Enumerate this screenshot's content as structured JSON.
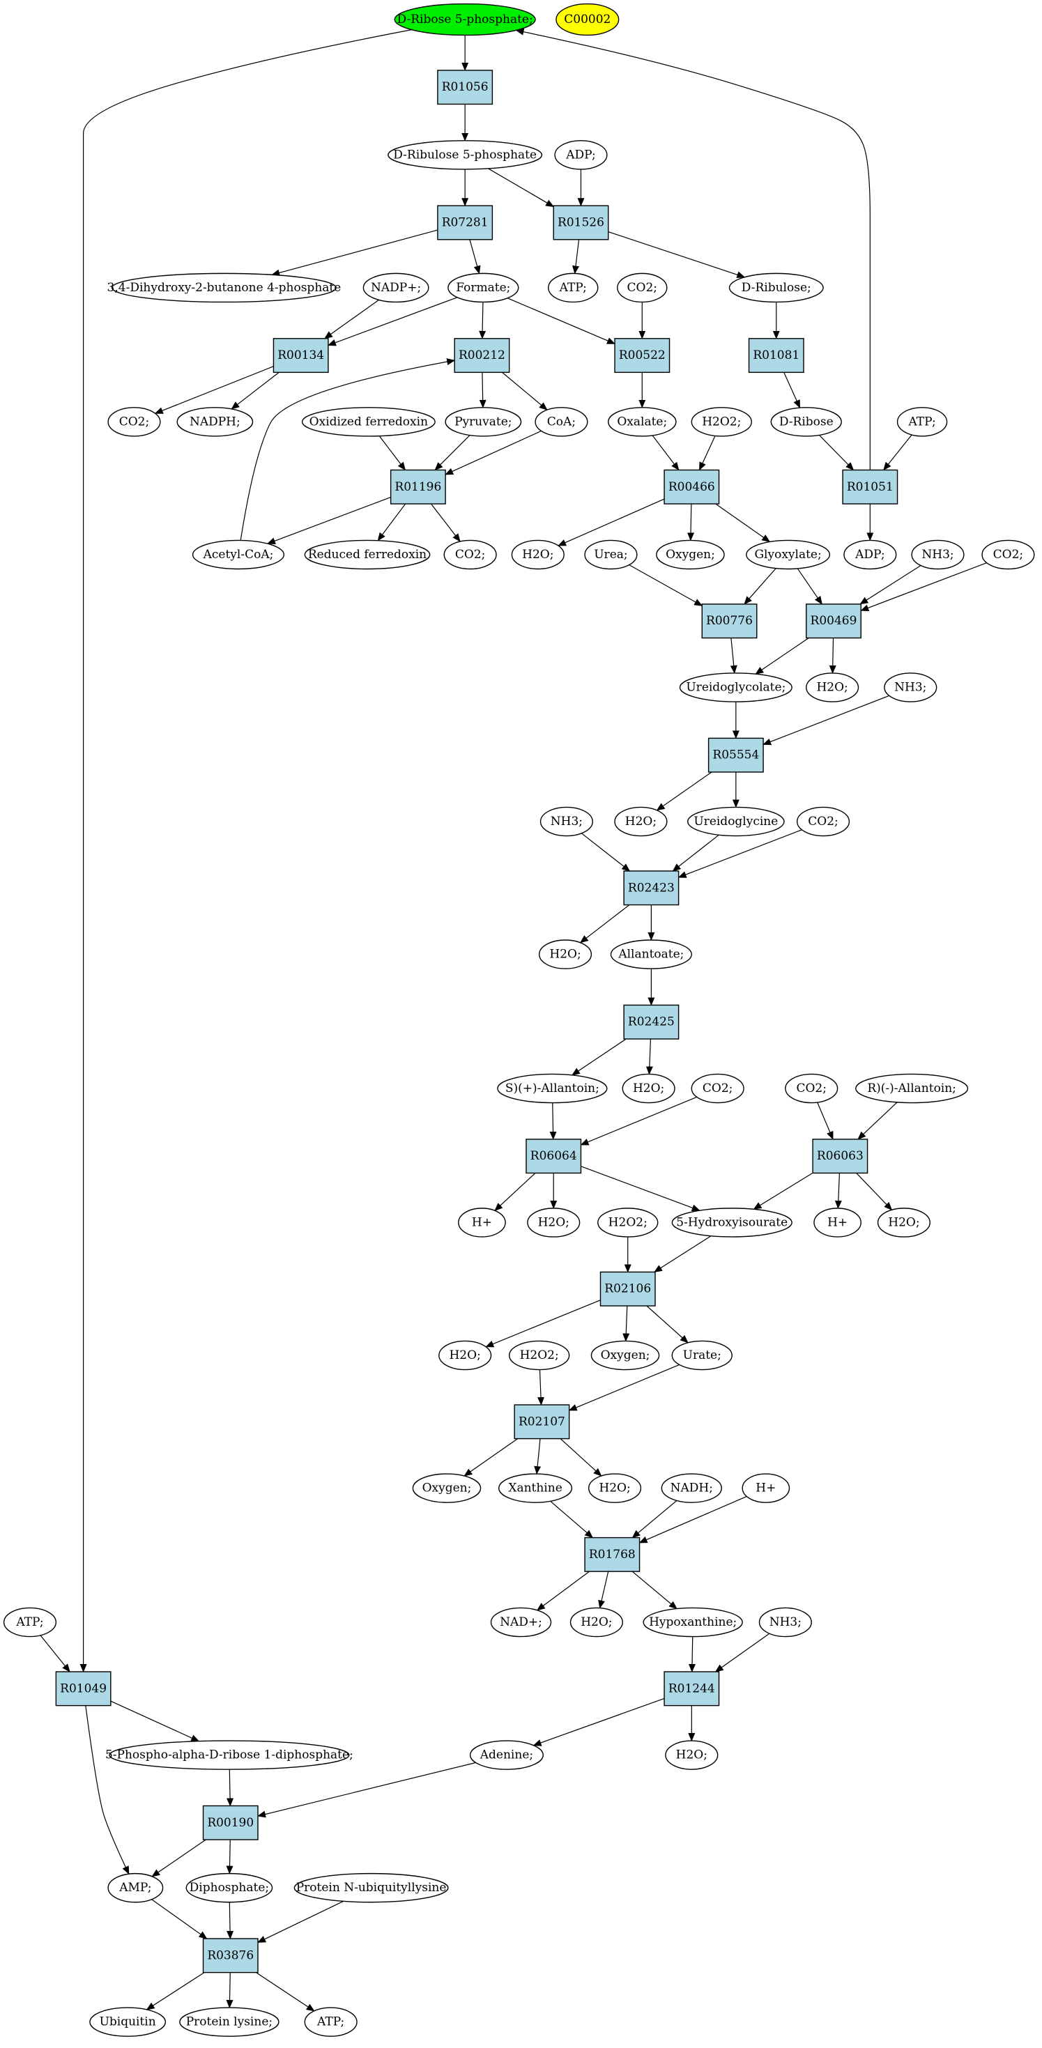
{
  "colors": {
    "reaction_fill": "#add8e6",
    "highlight_fill": "#00ee00",
    "map_fill": "#ffff00",
    "compound_fill": "#ffffff",
    "stroke": "#000000"
  },
  "nodes": [
    {
      "id": "c_ribose5p_top",
      "label": "D-Ribose 5-phosphate;",
      "kind": "compound",
      "fill": "highlight"
    },
    {
      "id": "c_C00002",
      "label": "C00002",
      "kind": "compound",
      "fill": "map"
    },
    {
      "id": "r_R01056",
      "label": "R01056",
      "kind": "reaction"
    },
    {
      "id": "c_ribulose5p",
      "label": "D-Ribulose 5-phosphate",
      "kind": "compound"
    },
    {
      "id": "c_adp1",
      "label": "ADP;",
      "kind": "compound"
    },
    {
      "id": "r_R07281",
      "label": "R07281",
      "kind": "reaction"
    },
    {
      "id": "r_R01526",
      "label": "R01526",
      "kind": "reaction"
    },
    {
      "id": "c_dihydroxy",
      "label": "3,4-Dihydroxy-2-butanone 4-phosphate",
      "kind": "compound"
    },
    {
      "id": "c_nadp",
      "label": "NADP+;",
      "kind": "compound"
    },
    {
      "id": "c_formate",
      "label": "Formate;",
      "kind": "compound"
    },
    {
      "id": "c_atp1",
      "label": "ATP;",
      "kind": "compound"
    },
    {
      "id": "c_co2_1",
      "label": "CO2;",
      "kind": "compound"
    },
    {
      "id": "c_ribulose",
      "label": "D-Ribulose;",
      "kind": "compound"
    },
    {
      "id": "r_R00134",
      "label": "R00134",
      "kind": "reaction"
    },
    {
      "id": "r_R00212",
      "label": "R00212",
      "kind": "reaction"
    },
    {
      "id": "r_R00522",
      "label": "R00522",
      "kind": "reaction"
    },
    {
      "id": "r_R01081",
      "label": "R01081",
      "kind": "reaction"
    },
    {
      "id": "c_co2_2",
      "label": "CO2;",
      "kind": "compound"
    },
    {
      "id": "c_nadph",
      "label": "NADPH;",
      "kind": "compound"
    },
    {
      "id": "c_oxfd",
      "label": "Oxidized ferredoxin",
      "kind": "compound"
    },
    {
      "id": "c_pyruvate",
      "label": "Pyruvate;",
      "kind": "compound"
    },
    {
      "id": "c_coa",
      "label": "CoA;",
      "kind": "compound"
    },
    {
      "id": "c_oxalate",
      "label": "Oxalate;",
      "kind": "compound"
    },
    {
      "id": "c_h2o2_1",
      "label": "H2O2;",
      "kind": "compound"
    },
    {
      "id": "c_dribose",
      "label": "D-Ribose",
      "kind": "compound"
    },
    {
      "id": "c_atp2",
      "label": "ATP;",
      "kind": "compound"
    },
    {
      "id": "r_R01196",
      "label": "R01196",
      "kind": "reaction"
    },
    {
      "id": "r_R00466",
      "label": "R00466",
      "kind": "reaction"
    },
    {
      "id": "r_R01051",
      "label": "R01051",
      "kind": "reaction"
    },
    {
      "id": "c_acetylcoa",
      "label": "Acetyl-CoA;",
      "kind": "compound"
    },
    {
      "id": "c_redfd",
      "label": "Reduced ferredoxin",
      "kind": "compound"
    },
    {
      "id": "c_co2_3",
      "label": "CO2;",
      "kind": "compound"
    },
    {
      "id": "c_h2o_1",
      "label": "H2O;",
      "kind": "compound"
    },
    {
      "id": "c_urea",
      "label": "Urea;",
      "kind": "compound"
    },
    {
      "id": "c_oxygen1",
      "label": "Oxygen;",
      "kind": "compound"
    },
    {
      "id": "c_glyoxylate",
      "label": "Glyoxylate;",
      "kind": "compound"
    },
    {
      "id": "c_adp2",
      "label": "ADP;",
      "kind": "compound"
    },
    {
      "id": "c_nh3_1",
      "label": "NH3;",
      "kind": "compound"
    },
    {
      "id": "c_co2_4",
      "label": "CO2;",
      "kind": "compound"
    },
    {
      "id": "r_R00776",
      "label": "R00776",
      "kind": "reaction"
    },
    {
      "id": "r_R00469",
      "label": "R00469",
      "kind": "reaction"
    },
    {
      "id": "c_ureidoglycolate",
      "label": "Ureidoglycolate;",
      "kind": "compound"
    },
    {
      "id": "c_h2o_2",
      "label": "H2O;",
      "kind": "compound"
    },
    {
      "id": "c_nh3_2",
      "label": "NH3;",
      "kind": "compound"
    },
    {
      "id": "r_R05554",
      "label": "R05554",
      "kind": "reaction"
    },
    {
      "id": "c_nh3_3",
      "label": "NH3;",
      "kind": "compound"
    },
    {
      "id": "c_h2o_3",
      "label": "H2O;",
      "kind": "compound"
    },
    {
      "id": "c_ureidoglycine",
      "label": "Ureidoglycine",
      "kind": "compound"
    },
    {
      "id": "c_co2_5",
      "label": "CO2;",
      "kind": "compound"
    },
    {
      "id": "r_R02423",
      "label": "R02423",
      "kind": "reaction"
    },
    {
      "id": "c_h2o_4",
      "label": "H2O;",
      "kind": "compound"
    },
    {
      "id": "c_allantoate",
      "label": "Allantoate;",
      "kind": "compound"
    },
    {
      "id": "r_R02425",
      "label": "R02425",
      "kind": "reaction"
    },
    {
      "id": "c_sallantoin",
      "label": "S)(+)-Allantoin;",
      "kind": "compound"
    },
    {
      "id": "c_h2o_5",
      "label": "H2O;",
      "kind": "compound"
    },
    {
      "id": "c_co2_6",
      "label": "CO2;",
      "kind": "compound"
    },
    {
      "id": "c_co2_7",
      "label": "CO2;",
      "kind": "compound"
    },
    {
      "id": "c_rallantoin",
      "label": "R)(-)-Allantoin;",
      "kind": "compound"
    },
    {
      "id": "r_R06064",
      "label": "R06064",
      "kind": "reaction"
    },
    {
      "id": "r_R06063",
      "label": "R06063",
      "kind": "reaction"
    },
    {
      "id": "c_hplus1",
      "label": "H+",
      "kind": "compound"
    },
    {
      "id": "c_h2o_6",
      "label": "H2O;",
      "kind": "compound"
    },
    {
      "id": "c_h2o2_2",
      "label": "H2O2;",
      "kind": "compound"
    },
    {
      "id": "c_hydroxyisourate",
      "label": "5-Hydroxyisourate",
      "kind": "compound"
    },
    {
      "id": "c_hplus2",
      "label": "H+",
      "kind": "compound"
    },
    {
      "id": "c_h2o_7",
      "label": "H2O;",
      "kind": "compound"
    },
    {
      "id": "r_R02106",
      "label": "R02106",
      "kind": "reaction"
    },
    {
      "id": "c_h2o_8",
      "label": "H2O;",
      "kind": "compound"
    },
    {
      "id": "c_h2o2_3",
      "label": "H2O2;",
      "kind": "compound"
    },
    {
      "id": "c_oxygen2",
      "label": "Oxygen;",
      "kind": "compound"
    },
    {
      "id": "c_urate",
      "label": "Urate;",
      "kind": "compound"
    },
    {
      "id": "r_R02107",
      "label": "R02107",
      "kind": "reaction"
    },
    {
      "id": "c_oxygen3",
      "label": "Oxygen;",
      "kind": "compound"
    },
    {
      "id": "c_xanthine",
      "label": "Xanthine",
      "kind": "compound"
    },
    {
      "id": "c_h2o_9",
      "label": "H2O;",
      "kind": "compound"
    },
    {
      "id": "c_nadh",
      "label": "NADH;",
      "kind": "compound"
    },
    {
      "id": "c_hplus3",
      "label": "H+",
      "kind": "compound"
    },
    {
      "id": "r_R01768",
      "label": "R01768",
      "kind": "reaction"
    },
    {
      "id": "c_nad",
      "label": "NAD+;",
      "kind": "compound"
    },
    {
      "id": "c_h2o_10",
      "label": "H2O;",
      "kind": "compound"
    },
    {
      "id": "c_hypoxanthine",
      "label": "Hypoxanthine;",
      "kind": "compound"
    },
    {
      "id": "c_nh3_4",
      "label": "NH3;",
      "kind": "compound"
    },
    {
      "id": "c_atp3",
      "label": "ATP;",
      "kind": "compound"
    },
    {
      "id": "r_R01049",
      "label": "R01049",
      "kind": "reaction"
    },
    {
      "id": "r_R01244",
      "label": "R01244",
      "kind": "reaction"
    },
    {
      "id": "c_prpp",
      "label": "5-Phospho-alpha-D-ribose 1-diphosphate;",
      "kind": "compound"
    },
    {
      "id": "c_adenine",
      "label": "Adenine;",
      "kind": "compound"
    },
    {
      "id": "c_h2o_11",
      "label": "H2O;",
      "kind": "compound"
    },
    {
      "id": "r_R00190",
      "label": "R00190",
      "kind": "reaction"
    },
    {
      "id": "c_amp",
      "label": "AMP;",
      "kind": "compound"
    },
    {
      "id": "c_diphosphate",
      "label": "Diphosphate;",
      "kind": "compound"
    },
    {
      "id": "c_pnubl",
      "label": "Protein N-ubiquityllysine",
      "kind": "compound"
    },
    {
      "id": "r_R03876",
      "label": "R03876",
      "kind": "reaction"
    },
    {
      "id": "c_ubiquitin",
      "label": "Ubiquitin",
      "kind": "compound"
    },
    {
      "id": "c_proteinlysine",
      "label": "Protein lysine;",
      "kind": "compound"
    },
    {
      "id": "c_atp4",
      "label": "ATP;",
      "kind": "compound"
    }
  ],
  "edges": [
    [
      "c_ribose5p_top",
      "r_R01056"
    ],
    [
      "r_R01056",
      "c_ribulose5p"
    ],
    [
      "c_ribulose5p",
      "r_R07281"
    ],
    [
      "c_ribulose5p",
      "r_R01526"
    ],
    [
      "c_adp1",
      "r_R01526"
    ],
    [
      "r_R07281",
      "c_dihydroxy"
    ],
    [
      "r_R07281",
      "c_formate"
    ],
    [
      "r_R01526",
      "c_atp1"
    ],
    [
      "r_R01526",
      "c_ribulose"
    ],
    [
      "c_nadp",
      "r_R00134"
    ],
    [
      "c_formate",
      "r_R00134"
    ],
    [
      "c_formate",
      "r_R00212"
    ],
    [
      "c_formate",
      "r_R00522"
    ],
    [
      "c_co2_1",
      "r_R00522"
    ],
    [
      "c_ribulose",
      "r_R01081"
    ],
    [
      "r_R00134",
      "c_co2_2"
    ],
    [
      "r_R00134",
      "c_nadph"
    ],
    [
      "r_R00212",
      "c_pyruvate"
    ],
    [
      "r_R00212",
      "c_coa"
    ],
    [
      "r_R00522",
      "c_oxalate"
    ],
    [
      "r_R01081",
      "c_dribose"
    ],
    [
      "c_oxfd",
      "r_R01196"
    ],
    [
      "c_pyruvate",
      "r_R01196"
    ],
    [
      "c_coa",
      "r_R01196"
    ],
    [
      "r_R01196",
      "c_acetylcoa"
    ],
    [
      "r_R01196",
      "c_redfd"
    ],
    [
      "r_R01196",
      "c_co2_3"
    ],
    [
      "c_acetylcoa",
      "r_R00212"
    ],
    [
      "c_oxalate",
      "r_R00466"
    ],
    [
      "c_h2o2_1",
      "r_R00466"
    ],
    [
      "r_R00466",
      "c_h2o_1"
    ],
    [
      "r_R00466",
      "c_oxygen1"
    ],
    [
      "r_R00466",
      "c_glyoxylate"
    ],
    [
      "c_dribose",
      "r_R01051"
    ],
    [
      "c_atp2",
      "r_R01051"
    ],
    [
      "r_R01051",
      "c_adp2"
    ],
    [
      "r_R01051",
      "c_ribose5p_top"
    ],
    [
      "c_urea",
      "r_R00776"
    ],
    [
      "c_glyoxylate",
      "r_R00776"
    ],
    [
      "c_glyoxylate",
      "r_R00469"
    ],
    [
      "c_nh3_1",
      "r_R00469"
    ],
    [
      "c_co2_4",
      "r_R00469"
    ],
    [
      "r_R00776",
      "c_ureidoglycolate"
    ],
    [
      "r_R00469",
      "c_ureidoglycolate"
    ],
    [
      "r_R00469",
      "c_h2o_2"
    ],
    [
      "c_ureidoglycolate",
      "r_R05554"
    ],
    [
      "c_nh3_2",
      "r_R05554"
    ],
    [
      "r_R05554",
      "c_h2o_3"
    ],
    [
      "r_R05554",
      "c_ureidoglycine"
    ],
    [
      "c_nh3_3",
      "r_R02423"
    ],
    [
      "c_ureidoglycine",
      "r_R02423"
    ],
    [
      "c_co2_5",
      "r_R02423"
    ],
    [
      "r_R02423",
      "c_h2o_4"
    ],
    [
      "r_R02423",
      "c_allantoate"
    ],
    [
      "c_allantoate",
      "r_R02425"
    ],
    [
      "r_R02425",
      "c_sallantoin"
    ],
    [
      "r_R02425",
      "c_h2o_5"
    ],
    [
      "c_sallantoin",
      "r_R06064"
    ],
    [
      "c_co2_6",
      "r_R06064"
    ],
    [
      "c_co2_7",
      "r_R06063"
    ],
    [
      "c_rallantoin",
      "r_R06063"
    ],
    [
      "r_R06064",
      "c_hplus1"
    ],
    [
      "r_R06064",
      "c_h2o_6"
    ],
    [
      "r_R06064",
      "c_hydroxyisourate"
    ],
    [
      "r_R06063",
      "c_hydroxyisourate"
    ],
    [
      "r_R06063",
      "c_hplus2"
    ],
    [
      "r_R06063",
      "c_h2o_7"
    ],
    [
      "c_h2o2_2",
      "r_R02106"
    ],
    [
      "c_hydroxyisourate",
      "r_R02106"
    ],
    [
      "r_R02106",
      "c_h2o_8"
    ],
    [
      "r_R02106",
      "c_oxygen2"
    ],
    [
      "r_R02106",
      "c_urate"
    ],
    [
      "c_h2o2_3",
      "r_R02107"
    ],
    [
      "c_urate",
      "r_R02107"
    ],
    [
      "r_R02107",
      "c_oxygen3"
    ],
    [
      "r_R02107",
      "c_xanthine"
    ],
    [
      "r_R02107",
      "c_h2o_9"
    ],
    [
      "c_xanthine",
      "r_R01768"
    ],
    [
      "c_nadh",
      "r_R01768"
    ],
    [
      "c_hplus3",
      "r_R01768"
    ],
    [
      "r_R01768",
      "c_nad"
    ],
    [
      "r_R01768",
      "c_h2o_10"
    ],
    [
      "r_R01768",
      "c_hypoxanthine"
    ],
    [
      "c_hypoxanthine",
      "r_R01244"
    ],
    [
      "c_nh3_4",
      "r_R01244"
    ],
    [
      "r_R01244",
      "c_adenine"
    ],
    [
      "r_R01244",
      "c_h2o_11"
    ],
    [
      "c_ribose5p_top",
      "r_R01049"
    ],
    [
      "c_atp3",
      "r_R01049"
    ],
    [
      "r_R01049",
      "c_prpp"
    ],
    [
      "r_R01049",
      "c_amp"
    ],
    [
      "c_prpp",
      "r_R00190"
    ],
    [
      "c_adenine",
      "r_R00190"
    ],
    [
      "r_R00190",
      "c_amp"
    ],
    [
      "r_R00190",
      "c_diphosphate"
    ],
    [
      "c_amp",
      "r_R03876"
    ],
    [
      "c_diphosphate",
      "r_R03876"
    ],
    [
      "c_pnubl",
      "r_R03876"
    ],
    [
      "r_R03876",
      "c_ubiquitin"
    ],
    [
      "r_R03876",
      "c_proteinlysine"
    ],
    [
      "r_R03876",
      "c_atp4"
    ]
  ]
}
